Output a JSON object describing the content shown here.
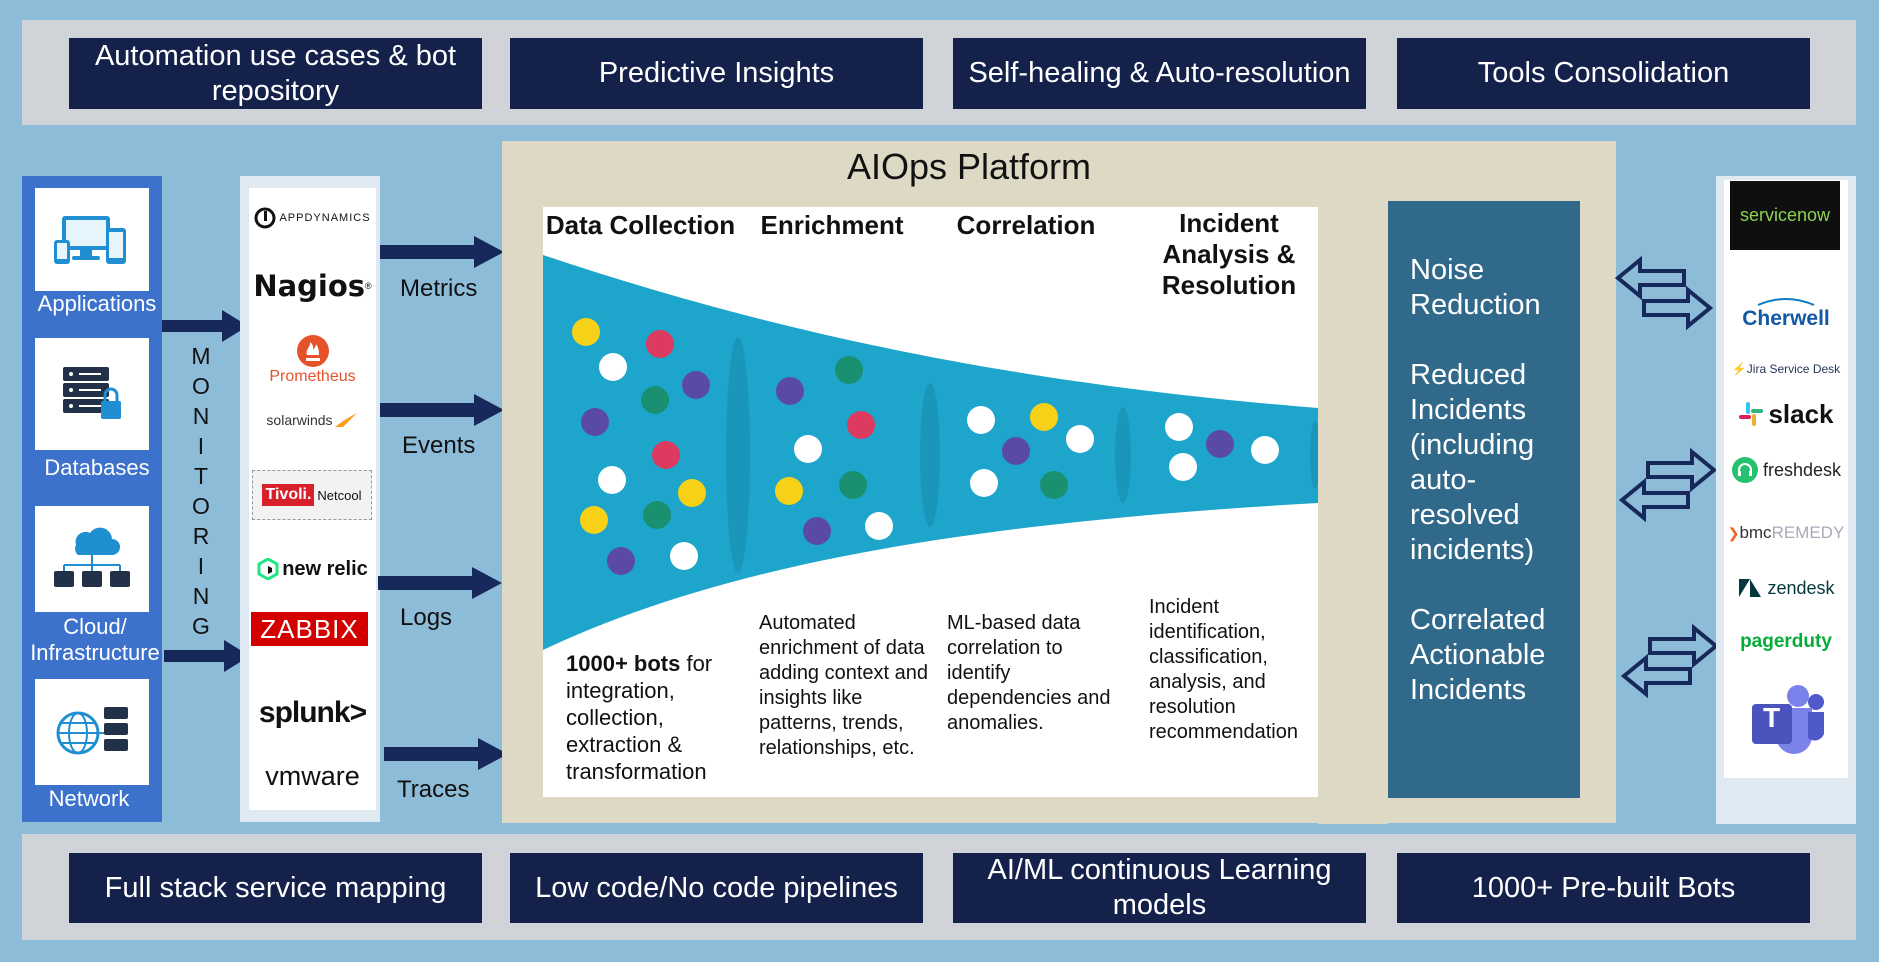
{
  "top_features": [
    "Automation use cases & bot repository",
    "Predictive Insights",
    "Self-healing & Auto-resolution",
    "Tools Consolidation"
  ],
  "bottom_features": [
    "Full stack service mapping",
    "Low code/No code pipelines",
    "AI/ML continuous Learning models",
    "1000+ Pre-built Bots"
  ],
  "sources": [
    "Applications",
    "Databases",
    "Cloud/ Infrastructure",
    "Network"
  ],
  "monitoring_letters": [
    "M",
    "O",
    "N",
    "I",
    "T",
    "O",
    "R",
    "I",
    "N",
    "G"
  ],
  "tools": {
    "appdynamics": "APPDYNAMICS",
    "nagios": "Nagios",
    "prometheus": "Prometheus",
    "solarwinds": "solarwinds",
    "tivoli": "Tivoli.",
    "netcool": "Netcool",
    "newrelic": "new relic",
    "zabbix": "ZABBIX",
    "splunk": "splunk>",
    "vmware": "vmware"
  },
  "flows": [
    "Metrics",
    "Events",
    "Logs",
    "Traces"
  ],
  "platform": {
    "title": "AIOps Platform",
    "stages": [
      {
        "title": "Data Collection",
        "desc_bold": "1000+ bots",
        "desc": " for integration, collection, extraction & transformation"
      },
      {
        "title": "Enrichment",
        "desc": "Automated enrichment of data adding context and insights like patterns, trends, relationships, etc."
      },
      {
        "title": "Correlation",
        "desc": "ML-based data correlation to identify dependencies and anomalies."
      },
      {
        "title": "Incident Analysis & Resolution",
        "desc": "Incident identification, classification, analysis, and resolution recommendation"
      }
    ]
  },
  "outcomes": [
    "Noise Reduction",
    "Reduced Incidents (including auto-resolved incidents)",
    "Correlated Actionable Incidents"
  ],
  "itsm": {
    "servicenow": "servicenow",
    "cherwell": "Cherwell",
    "jira": "Jira Service Desk",
    "slack": "slack",
    "freshdesk": "freshdesk",
    "bmc": "bmc",
    "remedy": "REMEDY",
    "zendesk": "zendesk",
    "pagerduty": "pagerduty",
    "teams": "T"
  },
  "colors": {
    "navy": "#13214b",
    "sky": "#8dbcd8",
    "funnel": "#1ea5cb",
    "outcome": "#31698a",
    "dot_yellow": "#f7d117",
    "dot_red": "#dc3a5e",
    "dot_green": "#199070",
    "dot_purple": "#5a4aa6",
    "dot_white": "#ffffff"
  }
}
